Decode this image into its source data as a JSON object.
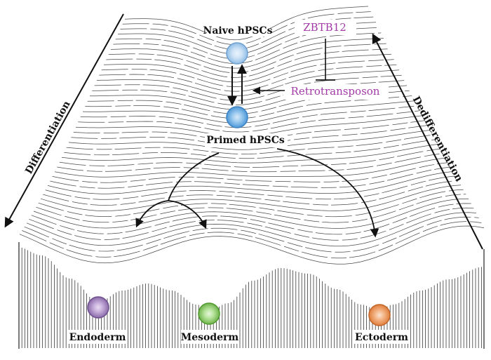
{
  "labels": {
    "naive": "Naive hPSCs",
    "primed": "Primed hPSCs",
    "zbtb12": "ZBTB12",
    "retrotransposon": "Retrotransposon",
    "differentiation": "Differentiation",
    "dedifferentiation": "Dedifferentiation",
    "endoderm": "Endoderm",
    "mesoderm": "Mesoderm",
    "ectoderm": "Ectoderm"
  },
  "colors": {
    "naive_cell": "#a9cdef",
    "primed_cell": "#6aaee6",
    "endoderm_cell": "#a58ac0",
    "mesoderm_cell": "#8fcf6d",
    "ectoderm_cell": "#ee9a5e",
    "regulator_text": "#a23aa6",
    "line": "#222222"
  }
}
